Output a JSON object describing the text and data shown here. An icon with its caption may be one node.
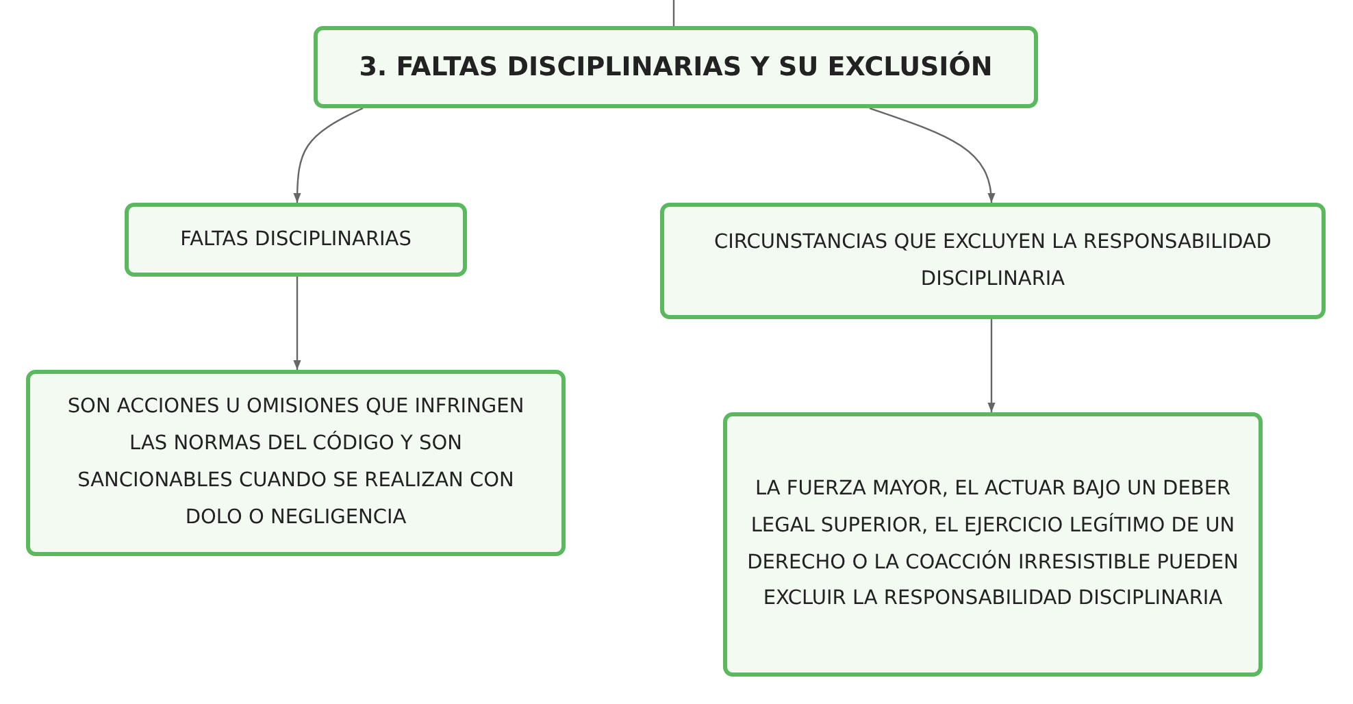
{
  "diagram": {
    "nodes": [
      {
        "text": [
          "3. FALTAS DISCIPLINARIAS Y SU EXCLUSIÓN"
        ]
      },
      {
        "text": [
          "FALTAS DISCIPLINARIAS"
        ]
      },
      {
        "text": [
          "CIRCUNSTANCIAS QUE EXCLUYEN LA RESPONSABILIDAD DISCIPLINARIA"
        ]
      },
      {
        "text": [
          "SON ACCIONES U OMISIONES QUE INFRINGEN LAS NORMAS DEL CÓDIGO Y SON SANCIONABLES CUANDO SE REALIZAN CON DOLO O NEGLIGENCIA"
        ]
      },
      {
        "text": [
          "LA FUERZA MAYOR, EL ACTUAR BAJO UN DEBER LEGAL SUPERIOR, EL EJERCICIO LEGÍTIMO DE UN DERECHO O LA COACCIÓN IRRESISTIBLE PUEDEN EXCLUIR LA RESPONSABILIDAD DISCIPLINARIA"
        ]
      }
    ],
    "edges": [
      {
        "from": null,
        "to": 0,
        "arrow": "none"
      },
      {
        "from": 0,
        "to": 1,
        "arrow": "to"
      },
      {
        "from": 0,
        "to": 2,
        "arrow": "to"
      },
      {
        "from": 1,
        "to": 3,
        "arrow": "to"
      },
      {
        "from": 2,
        "to": 4,
        "arrow": "to"
      }
    ]
  }
}
